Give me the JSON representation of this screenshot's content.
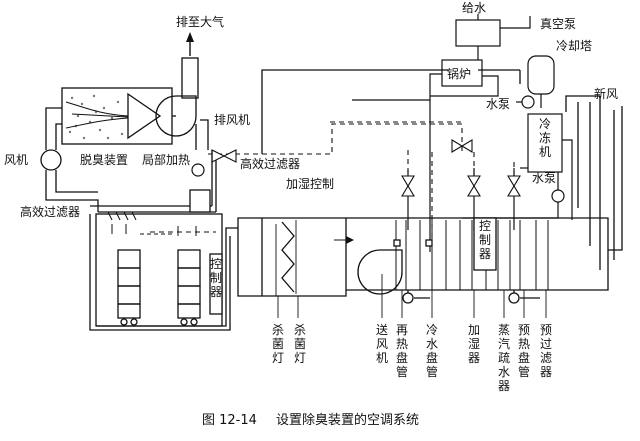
{
  "labels": {
    "water_supply": "给水",
    "vacuum_pump": "真空泵",
    "cooling_tower": "冷却塔",
    "exhaust_to_atmosphere": "排至大气",
    "boiler": "锅炉",
    "water_pump_top": "水泵",
    "fresh_air": "新风",
    "exhaust_fan": "排风机",
    "fan_left": "风机",
    "deodorizer": "脱臭装置",
    "local_heating": "局部加热",
    "hepa_filter_mid": "高效过滤器",
    "humidity_control": "加湿控制",
    "chiller": "冷冻机",
    "water_pump_right": "水泵",
    "hepa_filter_left": "高效过滤器",
    "controller_ahu": "控制器",
    "controller_room": "控制器",
    "bottom": [
      "杀菌灯",
      "杀菌灯",
      "送风机",
      "再热盘管",
      "冷水盘管",
      "加湿器",
      "蒸汽疏水器",
      "预热盘管",
      "预过滤器"
    ]
  },
  "caption": {
    "number": "图 12-14",
    "title": "设置除臭装置的空调系统"
  }
}
